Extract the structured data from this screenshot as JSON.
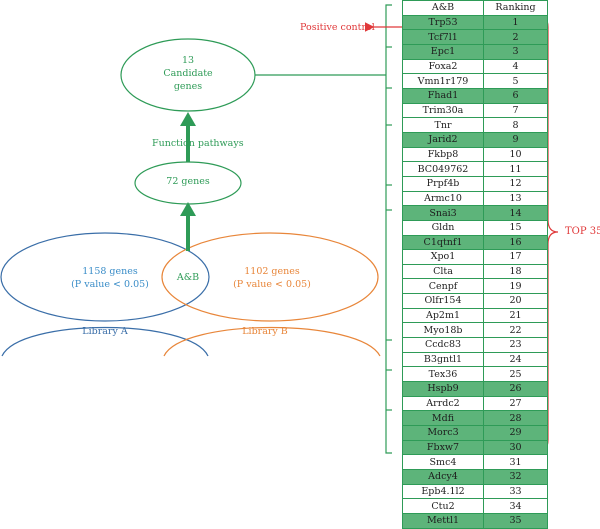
{
  "colors": {
    "green": "#2e9b57",
    "highlight": "#5db47a",
    "red": "#e0393a",
    "blue_library": "#3a6ea8",
    "orange_library": "#e8863a"
  },
  "flow": {
    "candidate_count": "13",
    "candidate_line1": "Candidate",
    "candidate_line2": "genes",
    "function_label": "Function pathways",
    "intersect_genes": "72 genes"
  },
  "venn": {
    "a_genes": "1158 genes",
    "a_pvalue": "(P value < 0.05)",
    "b_genes": "1102 genes",
    "b_pvalue": "(P value < 0.05)",
    "overlap_label": "A&B",
    "library_a": "Library A",
    "library_b": "Library B"
  },
  "annotations": {
    "positive_control": "Positive control",
    "top_label": "TOP 35"
  },
  "table": {
    "header_gene": "A&B",
    "header_rank": "Ranking",
    "rows": [
      {
        "gene": "Trp53",
        "rank": "1",
        "hl": true
      },
      {
        "gene": "Tcf7l1",
        "rank": "2",
        "hl": true
      },
      {
        "gene": "Epc1",
        "rank": "3",
        "hl": true
      },
      {
        "gene": "Foxa2",
        "rank": "4",
        "hl": false
      },
      {
        "gene": "Vmn1r179",
        "rank": "5",
        "hl": false
      },
      {
        "gene": "Fhad1",
        "rank": "6",
        "hl": true
      },
      {
        "gene": "Trim30a",
        "rank": "7",
        "hl": false
      },
      {
        "gene": "Tnr",
        "rank": "8",
        "hl": false
      },
      {
        "gene": "Jarid2",
        "rank": "9",
        "hl": true
      },
      {
        "gene": "Fkbp8",
        "rank": "10",
        "hl": false
      },
      {
        "gene": "BC049762",
        "rank": "11",
        "hl": false
      },
      {
        "gene": "Prpf4b",
        "rank": "12",
        "hl": false
      },
      {
        "gene": "Armc10",
        "rank": "13",
        "hl": false
      },
      {
        "gene": "Snai3",
        "rank": "14",
        "hl": true
      },
      {
        "gene": "Gldn",
        "rank": "15",
        "hl": false
      },
      {
        "gene": "C1qtnf1",
        "rank": "16",
        "hl": true
      },
      {
        "gene": "Xpo1",
        "rank": "17",
        "hl": false
      },
      {
        "gene": "Clta",
        "rank": "18",
        "hl": false
      },
      {
        "gene": "Cenpf",
        "rank": "19",
        "hl": false
      },
      {
        "gene": "Olfr154",
        "rank": "20",
        "hl": false
      },
      {
        "gene": "Ap2m1",
        "rank": "21",
        "hl": false
      },
      {
        "gene": "Myo18b",
        "rank": "22",
        "hl": false
      },
      {
        "gene": "Ccdc83",
        "rank": "23",
        "hl": false
      },
      {
        "gene": "B3gntl1",
        "rank": "24",
        "hl": false
      },
      {
        "gene": "Tex36",
        "rank": "25",
        "hl": false
      },
      {
        "gene": "Hspb9",
        "rank": "26",
        "hl": true
      },
      {
        "gene": "Arrdc2",
        "rank": "27",
        "hl": false
      },
      {
        "gene": "Mdfi",
        "rank": "28",
        "hl": true
      },
      {
        "gene": "Morc3",
        "rank": "29",
        "hl": true
      },
      {
        "gene": "Fbxw7",
        "rank": "30",
        "hl": true
      },
      {
        "gene": "Smc4",
        "rank": "31",
        "hl": false
      },
      {
        "gene": "Adcy4",
        "rank": "32",
        "hl": true
      },
      {
        "gene": "Epb4.1l2",
        "rank": "33",
        "hl": false
      },
      {
        "gene": "Ctu2",
        "rank": "34",
        "hl": false
      },
      {
        "gene": "Mettl1",
        "rank": "35",
        "hl": true
      }
    ]
  }
}
